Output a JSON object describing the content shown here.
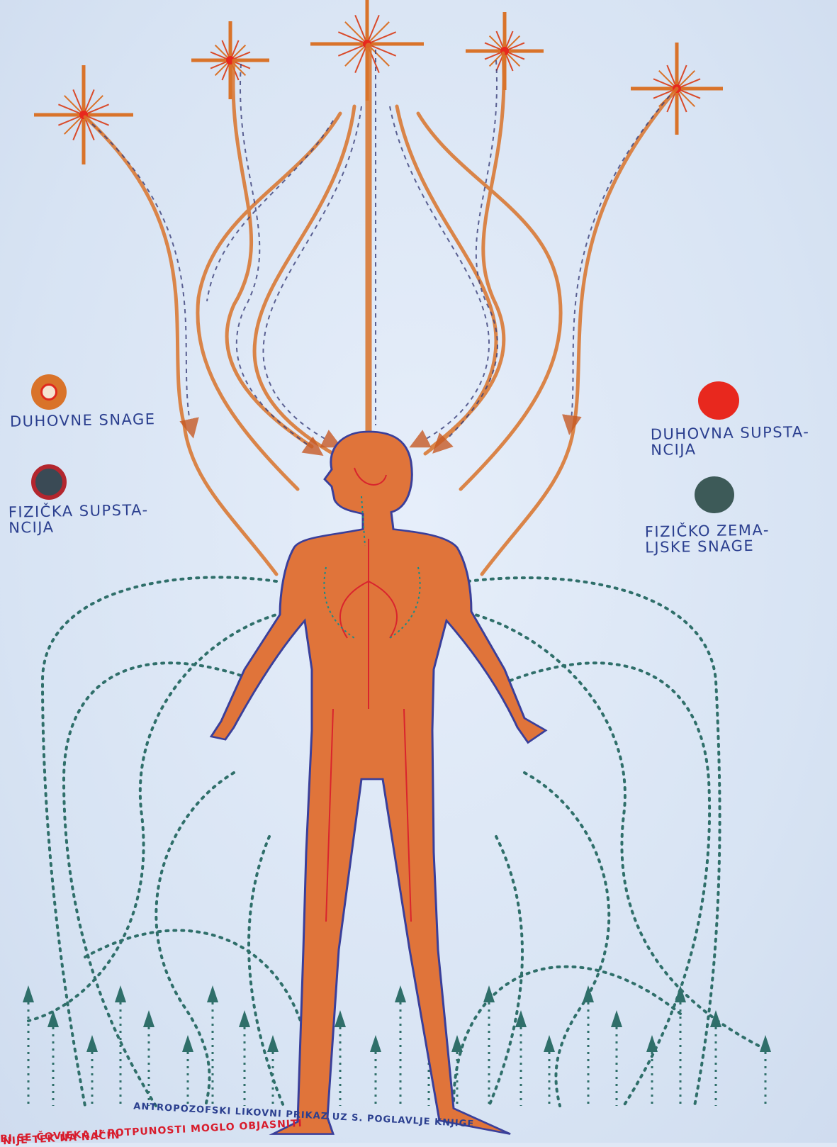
{
  "legend": {
    "left_top": {
      "label": "DUHOVNE SNAGE",
      "color": "#d9732a"
    },
    "left_bottom": {
      "label": "FIZIČKA SUPSTA-\nNCIJA",
      "color": "#8b2a2f"
    },
    "right_top": {
      "label": "DUHOVNA SUPSTA-\nNCIJA",
      "color": "#e8281e"
    },
    "right_bottom": {
      "label": "FIZIČKO ZEMA-\nLJSKE SNAGE",
      "color": "#3d5a58"
    }
  },
  "captions": {
    "line1": "ANTROPOZOFSKI LIKOVNI PRIKAZ UZ S. POGLAVLJE KNJIGE",
    "line2": "BI SE ČOVJEKA U POTPUNOSTI MOGLO OBJASNITI",
    "line3": "NIJE TEK NA NAČIN"
  },
  "colors": {
    "spiritual": "#d9732a",
    "star_center": "#e8281e",
    "earthly": "#2f6f6a",
    "body": "#e0743a",
    "outline": "#3a3f9a"
  },
  "icons": [
    "star-icon",
    "arrow-icon"
  ]
}
